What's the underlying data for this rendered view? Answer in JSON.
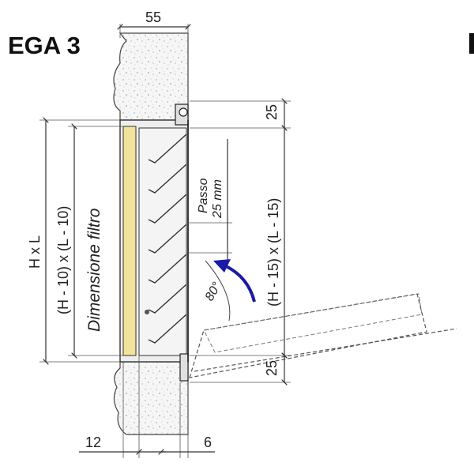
{
  "title": "EGA 3",
  "dimensions": {
    "top_width": "55",
    "top_offset": "25",
    "bottom_offset": "25",
    "left_bottom": "12",
    "right_bottom": "6",
    "overall": "H x L",
    "filter_size": "(H - 10) x (L - 10)",
    "filter_label": "Dimensione filtro",
    "inner_size": "(H - 15) x (L - 15)",
    "pitch_label": "Passo",
    "pitch_value": "25 mm",
    "angle": "80°"
  },
  "colors": {
    "filter": "#f2e39a",
    "wall": "#f4f4f4",
    "frame": "#dcdcdc",
    "arrow": "#1a1aa6",
    "line": "#333333"
  }
}
